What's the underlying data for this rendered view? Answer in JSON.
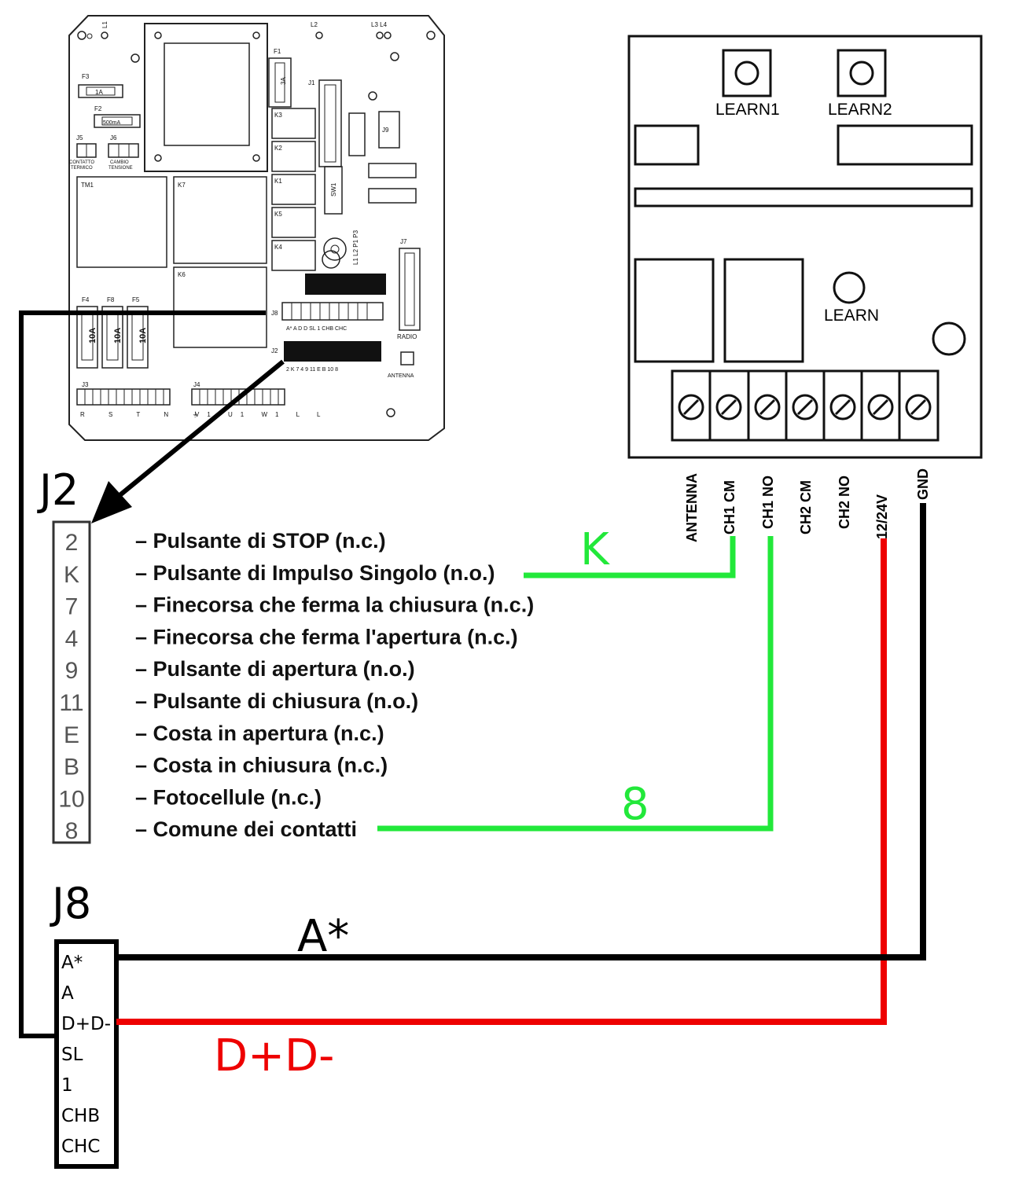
{
  "main_board": {
    "labels": {
      "l1": "L1",
      "l2": "L2",
      "l3l4": "L3 L4",
      "f1": "F1",
      "f1_val": "3A",
      "j1": "J1",
      "f3": "F3",
      "f3_val": "1A",
      "f2": "F2",
      "f2_val": "500mA",
      "j5": "J5",
      "j6": "J6",
      "j5_desc1": "CONTATTO",
      "j5_desc2": "TERMICO",
      "j6_desc1": "CAMBIO",
      "j6_desc2": "TENSIONE",
      "tm1": "TM1",
      "k7": "K7",
      "k6": "K6",
      "k3": "K3",
      "k2": "K2",
      "k1": "K1",
      "k5": "K5",
      "k4": "K4",
      "j9": "J9",
      "sw1": "SW1",
      "pots": "L1 L2 P1 P3",
      "j7": "J7",
      "radio": "RADIO",
      "antenna": "ANTENNA",
      "f4": "F4",
      "f8": "F8",
      "f5": "F5",
      "f4_val": "10A",
      "f8_val": "10A",
      "f5_val": "10A",
      "j8": "J8",
      "j8_pins": "A* A D D SL 1 CHB CHC",
      "j2": "J2",
      "j2_pins": "2 K 7 4 9 11 E B 10 8",
      "j3": "J3",
      "j3_pins": "R S T N ⏚",
      "j4": "J4",
      "j4_pins": "V1 U1 W1 L L"
    }
  },
  "receiver": {
    "learn1": "LEARN1",
    "learn2": "LEARN2",
    "learn": "LEARN",
    "terminals": [
      "ANTENNA",
      "CH1 CM",
      "CH1 NO",
      "CH2 CM",
      "CH2 NO",
      "12/24V",
      "GND"
    ]
  },
  "j2_block": {
    "title": "J2",
    "pins": [
      "2",
      "K",
      "7",
      "4",
      "9",
      "11",
      "E",
      "B",
      "10",
      "8"
    ],
    "descriptions": [
      "– Pulsante di STOP (n.c.)",
      "– Pulsante di Impulso Singolo (n.o.)",
      "– Finecorsa che ferma la chiusura (n.c.)",
      "– Finecorsa che ferma l'apertura (n.c.)",
      "– Pulsante di apertura (n.o.)",
      "– Pulsante di chiusura (n.o.)",
      "– Costa in apertura (n.c.)",
      "– Costa in chiusura (n.c.)",
      "– Fotocellule (n.c.)",
      "– Comune dei contatti"
    ]
  },
  "j8_block": {
    "title": "J8",
    "pins": [
      "A*",
      "A",
      "D+D-",
      "SL",
      "1",
      "CHB",
      "CHC"
    ]
  },
  "wire_labels": {
    "k": "K",
    "eight": "8",
    "a_star": "A*",
    "dd": "D+D-"
  },
  "colors": {
    "green_wire": "#22e83a",
    "red_wire": "#ee0000",
    "black_wire": "#000000"
  }
}
